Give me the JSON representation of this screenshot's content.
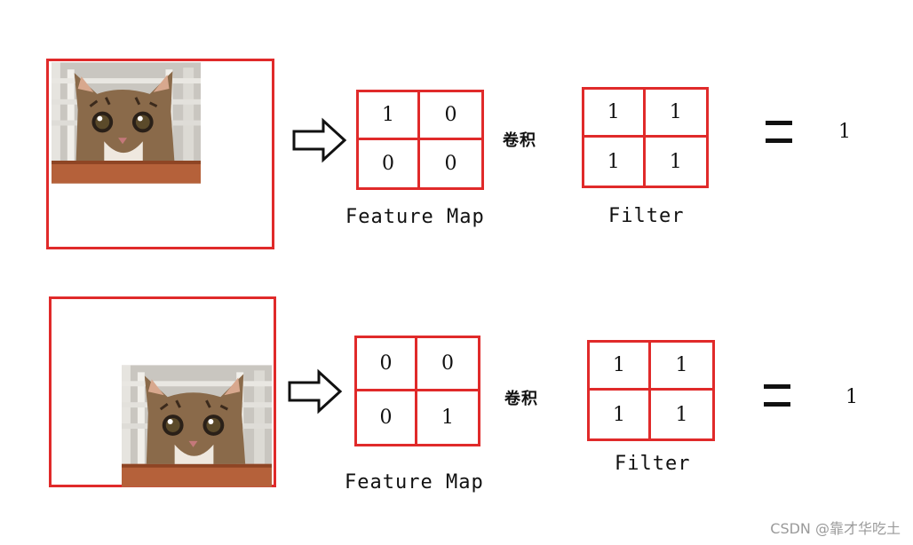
{
  "rows": [
    {
      "id": "top",
      "feature_map": {
        "cells": [
          "1",
          "0",
          "0",
          "0"
        ],
        "label": "Feature Map"
      },
      "operator": "卷积",
      "filter": {
        "cells": [
          "1",
          "1",
          "1",
          "1"
        ],
        "label": "Filter"
      },
      "result": "1"
    },
    {
      "id": "bottom",
      "feature_map": {
        "cells": [
          "0",
          "0",
          "0",
          "1"
        ],
        "label": "Feature Map"
      },
      "operator": "卷积",
      "filter": {
        "cells": [
          "1",
          "1",
          "1",
          "1"
        ],
        "label": "Filter"
      },
      "result": "1"
    }
  ],
  "watermark": "CSDN @靠才华吃土",
  "colors": {
    "grid_border": "#e02a2a",
    "text": "#111111"
  }
}
